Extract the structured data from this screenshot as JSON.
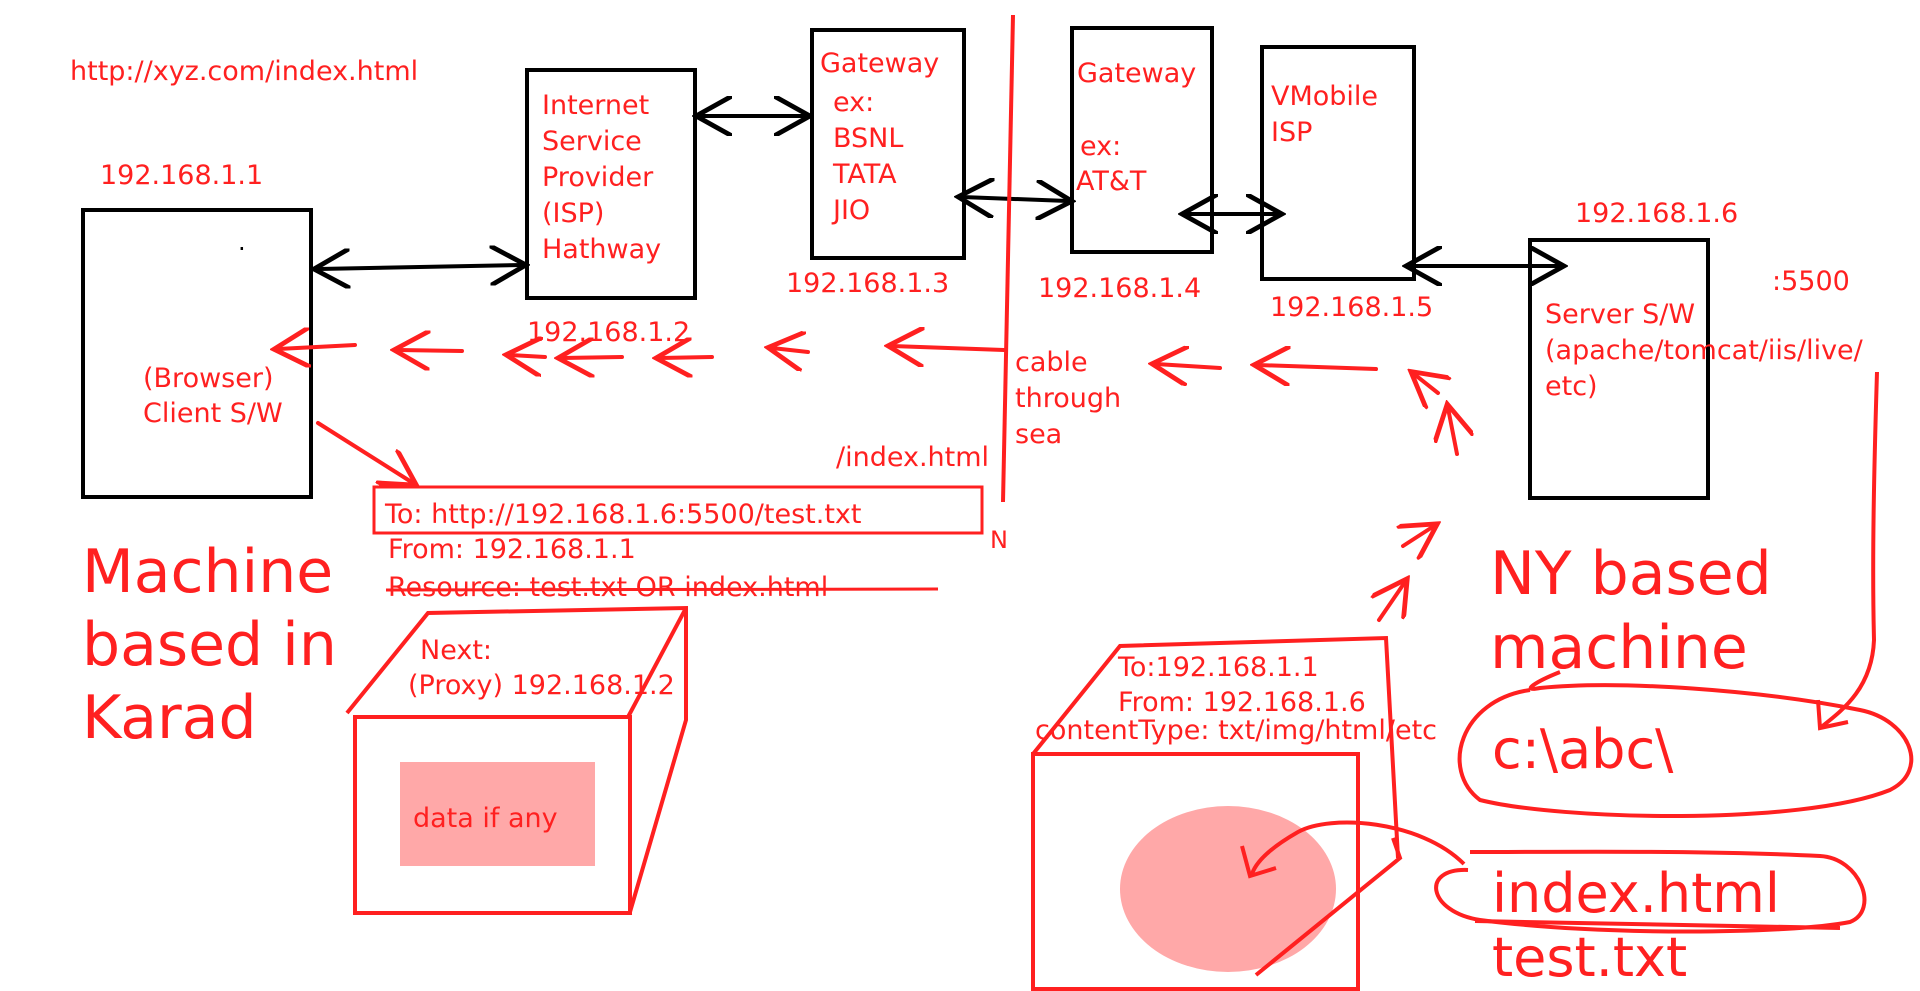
{
  "url": "http://xyz.com/index.html",
  "client": {
    "ip": "192.168.1.1",
    "dot": ".",
    "label_line1": "(Browser)",
    "label_line2": "Client S/W"
  },
  "isp": {
    "lines": [
      "Internet",
      "Service",
      "Provider",
      "(ISP)",
      "Hathway"
    ],
    "ip": "192.168.1.2"
  },
  "gateway1": {
    "lines": [
      "Gateway",
      "ex:",
      "BSNL",
      "TATA",
      "JIO"
    ],
    "ip": "192.168.1.3"
  },
  "gateway2": {
    "title": "Gateway",
    "ex": "ex:",
    "name": "AT&T",
    "ip": "192.168.1.4"
  },
  "vmobile": {
    "line1": "VMobile",
    "line2": "ISP",
    "ip": "192.168.1.5"
  },
  "server": {
    "ip": "192.168.1.6",
    "port": ":5500",
    "line1": "Server S/W",
    "line2": "(apache/tomcat/iis/live/",
    "line3": "etc)"
  },
  "cable": [
    "cable",
    "through",
    "sea"
  ],
  "index_path": "/index.html",
  "n_label": "N",
  "request": {
    "to": "To: http://192.168.1.6:5500/test.txt",
    "from": "From: 192.168.1.1",
    "resource": "Resource: test.txt OR index.html",
    "next": "Next:",
    "proxy": "(Proxy) 192.168.1.2",
    "data": "data if any"
  },
  "response": {
    "to": "To:192.168.1.1",
    "from": "From: 192.168.1.6",
    "content_type": "contentType: txt/img/html/etc"
  },
  "left_caption": [
    "Machine",
    "based in",
    "Karad"
  ],
  "right_caption": [
    "NY based",
    "machine"
  ],
  "path": "c:\\abc\\",
  "files": [
    "index.html",
    "test.txt"
  ],
  "colors": {
    "ink": "#000000",
    "annotation": "#ff2020",
    "fill": "#ffa8a8"
  }
}
